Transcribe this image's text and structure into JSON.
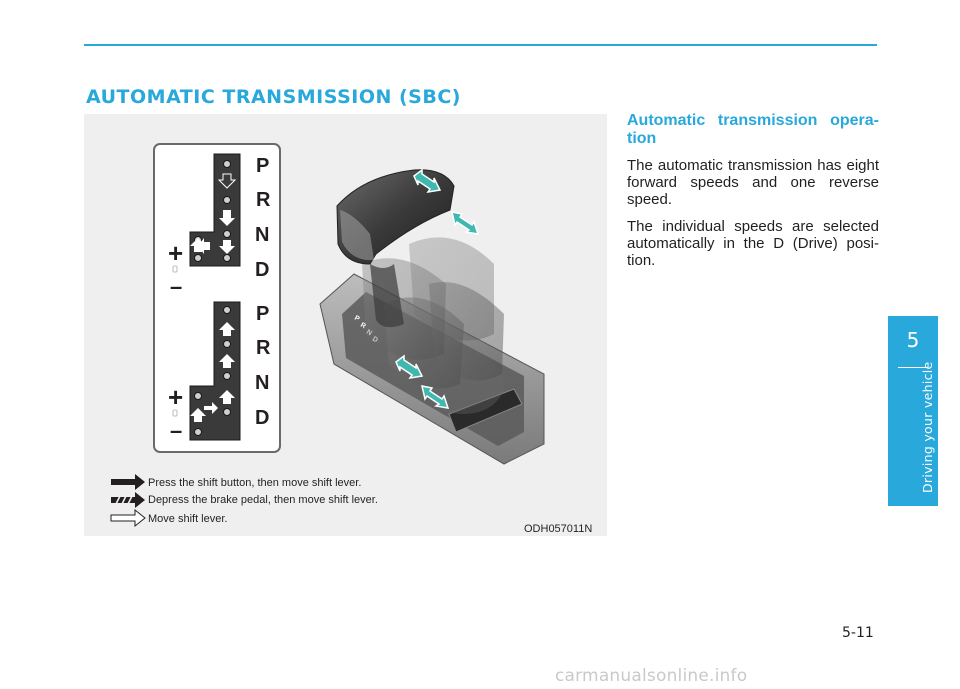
{
  "section": {
    "title": "AUTOMATIC TRANSMISSION (SBC)"
  },
  "figure": {
    "gate_letters_top": [
      "P",
      "R",
      "N",
      "D"
    ],
    "gate_letters_bottom": [
      "P",
      "R",
      "N",
      "D"
    ],
    "plus_sign": "+",
    "minus_sign": "–",
    "legend": [
      {
        "icon": "solid-arrow-icon",
        "text": "Press the shift button, then move shift lever."
      },
      {
        "icon": "striped-arrow-icon",
        "text": "Depress the brake pedal, then move shift lever."
      },
      {
        "icon": "outline-arrow-icon",
        "text": "Move shift lever."
      }
    ],
    "code": "ODH057011N",
    "colors": {
      "background": "#efefef",
      "highlight_arrow": "#3fb8b0"
    }
  },
  "content": {
    "heading": "Automatic transmission opera-tion",
    "paragraphs": [
      "The automatic transmission has eight forward speeds and one reverse speed.",
      "The individual speeds are selected automatically in the D (Drive) posi-tion."
    ]
  },
  "chapter_tab": {
    "number": "5",
    "label": "Driving your vehicle"
  },
  "footer": {
    "page_number": "5-11",
    "watermark": "carmanualsonline.info"
  },
  "colors": {
    "accent": "#29a8dc",
    "text": "#231f20"
  }
}
